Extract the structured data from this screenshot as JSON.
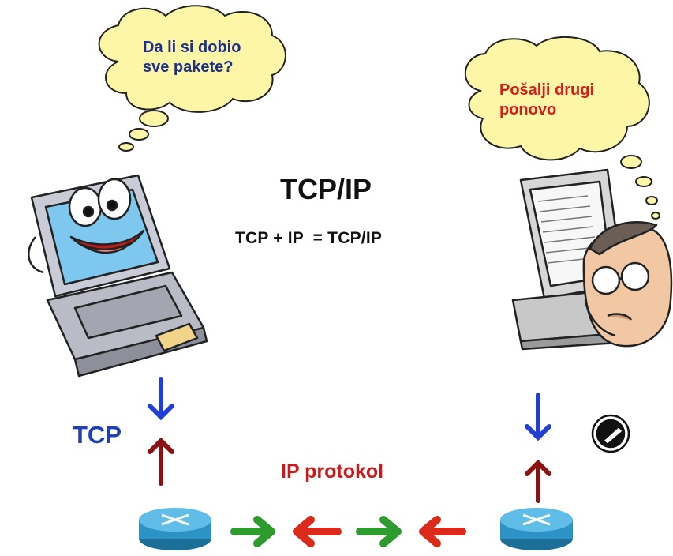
{
  "title": "TCP/IP",
  "formula": "TCP + IP  = TCP/IP",
  "left_bubble": {
    "line1": "Da li si dobio",
    "line2": "sve pakete?",
    "color": "#1b2f8f"
  },
  "right_bubble": {
    "line1": "Pošalji drugi",
    "line2": "ponovo",
    "color": "#d81c1c"
  },
  "tcp_label": "TCP",
  "ip_label": "IP protokol",
  "colors": {
    "bubble_fill": "#fdf6a6",
    "down_arrow": "#1f3fd6",
    "up_arrow": "#8b1212",
    "green_arrow": "#2e9b2e",
    "red_arrow": "#d92a1a",
    "router": "#2d93c6"
  },
  "icons": [
    "laptop-icon",
    "computer-icon",
    "user-icon",
    "router-icon",
    "phone-icon"
  ]
}
